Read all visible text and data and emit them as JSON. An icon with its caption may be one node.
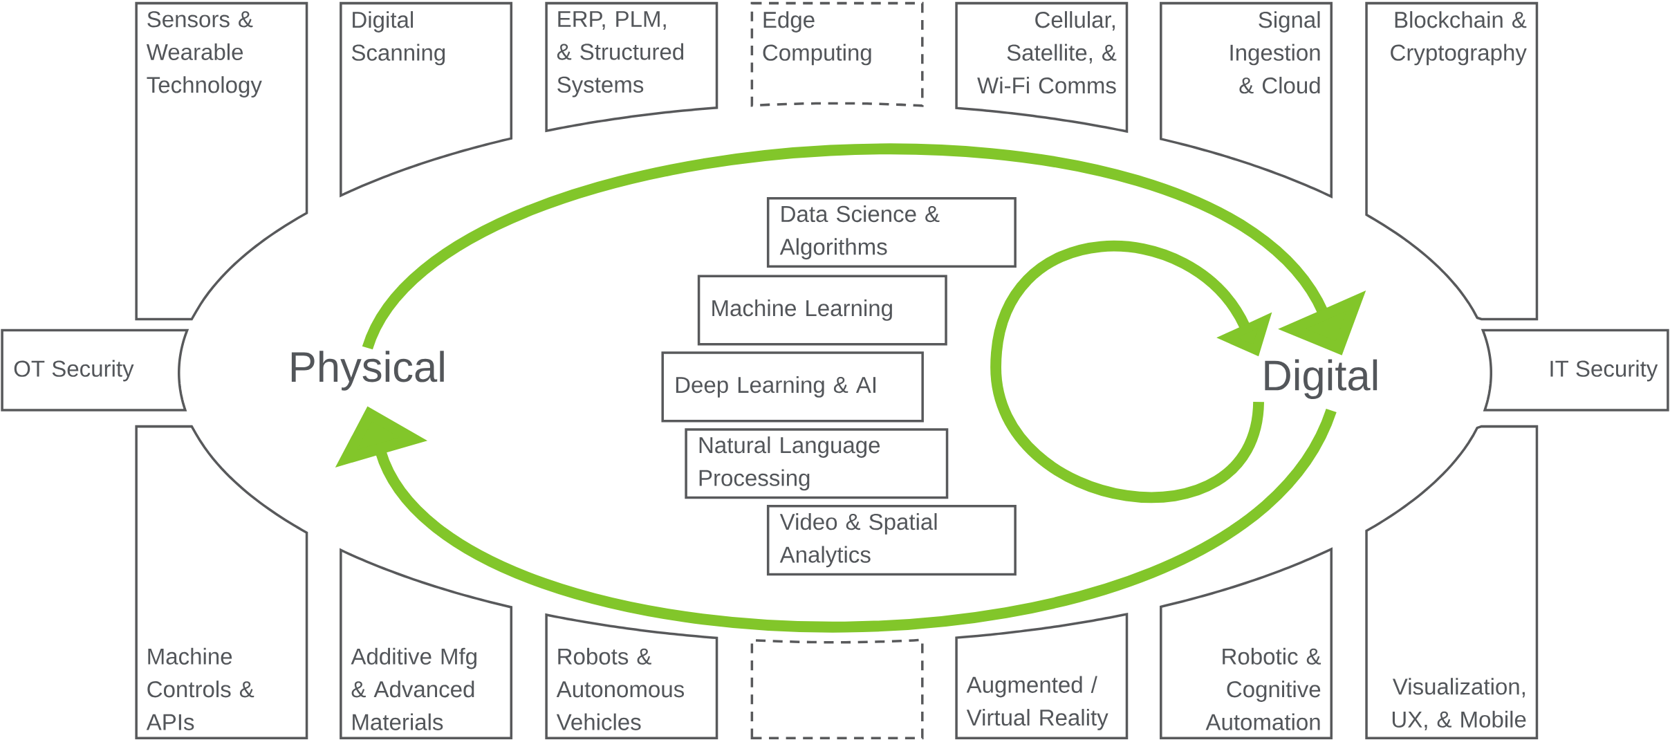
{
  "diagram": {
    "nodes": [
      {
        "text": [
          "Sensors & Wearable Technology"
        ]
      },
      {
        "text": [
          "Digital Scanning"
        ]
      },
      {
        "text": [
          "ERP, PLM, & Structured Systems"
        ]
      },
      {
        "text": [
          "Edge Computing"
        ]
      },
      {
        "text": [
          "Cellular, Satellite, & Wi-Fi Comms"
        ]
      },
      {
        "text": [
          "Signal Ingestion & Cloud"
        ]
      },
      {
        "text": [
          "Blockchain & Cryptography"
        ]
      },
      {
        "text": [
          "OT Security"
        ]
      },
      {
        "text": [
          "Physical"
        ]
      },
      {
        "text": [
          "Data Science & Algorithms"
        ]
      },
      {
        "text": [
          "Machine Learning"
        ]
      },
      {
        "text": [
          "Deep Learning & AI"
        ]
      },
      {
        "text": [
          "Natural Language Processing"
        ]
      },
      {
        "text": [
          "Video & Spatial Analytics"
        ]
      },
      {
        "text": [
          "Digital"
        ]
      },
      {
        "text": [
          "IT Security"
        ]
      },
      {
        "text": [
          "Machine Controls & APIs"
        ]
      },
      {
        "text": [
          "Additive Mfg & Advanced Materials"
        ]
      },
      {
        "text": [
          "Robots & Autonomous Vehicles"
        ]
      },
      {
        "text": [],
        "shape": "box"
      },
      {
        "text": [
          "Augmented / Virtual Reality"
        ]
      },
      {
        "text": [
          "Robotic & Cognitive Automation"
        ]
      },
      {
        "text": [
          "Visualization, UX, & Mobile"
        ]
      }
    ],
    "edges": [
      {
        "from": 8,
        "to": 14,
        "arrow": "to"
      },
      {
        "from": 14,
        "to": 8,
        "arrow": "to"
      },
      {
        "from": 14,
        "to": 14,
        "arrow": "to"
      }
    ]
  }
}
